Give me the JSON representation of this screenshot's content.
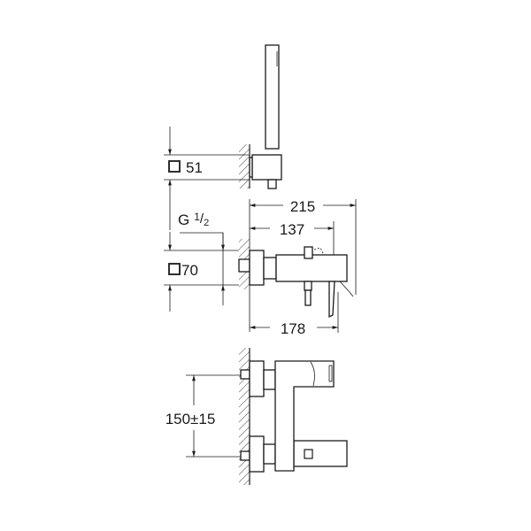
{
  "dimensions": {
    "holder_square": "51",
    "overall_projection": "215",
    "spout_projection": "137",
    "lever_projection": "178",
    "thread_letter": "G",
    "thread_num": "1",
    "thread_den": "2",
    "escutcheon_square": "70",
    "centers": "150±15"
  }
}
